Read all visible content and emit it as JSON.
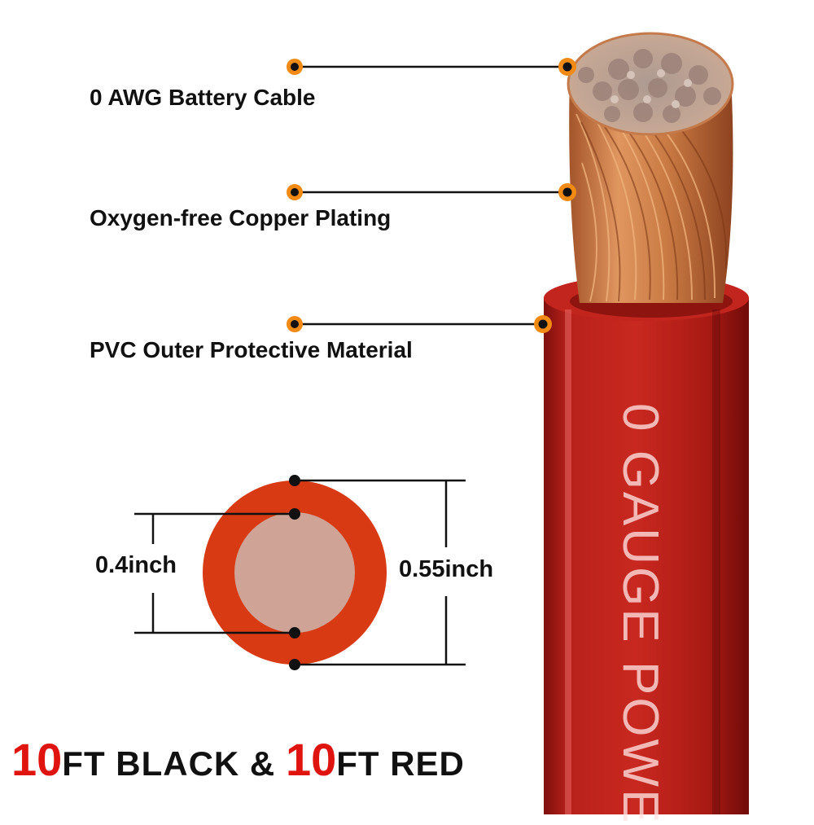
{
  "callouts": [
    {
      "label": "0 AWG Battery Cable"
    },
    {
      "label": "Oxygen-free Copper Plating"
    },
    {
      "label": "PVC Outer Protective Material"
    }
  ],
  "cross_section": {
    "inner_diameter": "0.4inch",
    "outer_diameter": "0.55inch"
  },
  "cable_print": "0 GAUGE POWE",
  "footer": {
    "num1": "10",
    "text1": "FT BLACK & ",
    "num2": "10",
    "text2": "FT RED"
  },
  "colors": {
    "accent_orange": "#f28a13",
    "jacket_red": "#b41f1a",
    "copper": "#c9773f",
    "insulation_orange": "#d83b14",
    "conductor_pink": "#cfa395",
    "footer_red": "#e0140f"
  }
}
